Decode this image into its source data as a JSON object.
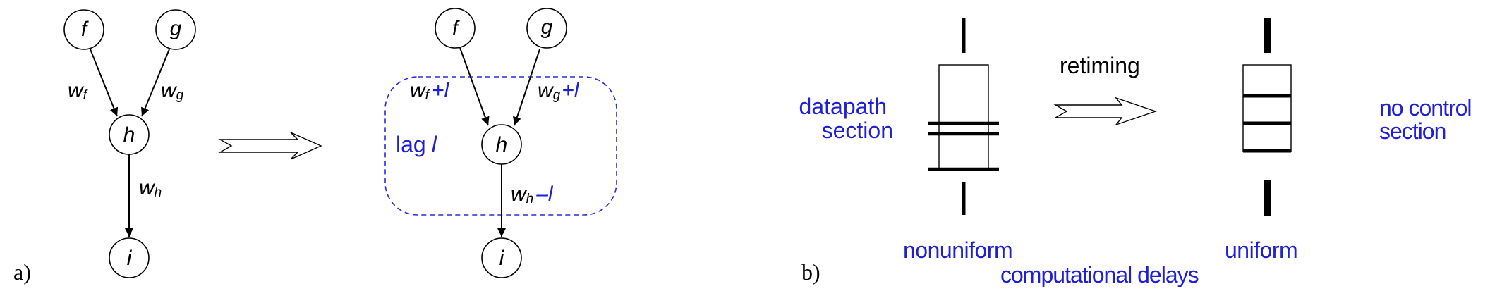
{
  "colors": {
    "ink": "#000000",
    "accent": "#1f1fd6",
    "dash": "#2b2bdc"
  },
  "panel_a": {
    "label": "a)",
    "before": {
      "nodes": {
        "f": "f",
        "g": "g",
        "h": "h",
        "i": "i"
      },
      "weights": {
        "wf": {
          "base": "w",
          "sub": "f"
        },
        "wg": {
          "base": "w",
          "sub": "g"
        },
        "wh": {
          "base": "w",
          "sub": "h"
        }
      }
    },
    "after": {
      "nodes": {
        "f": "f",
        "g": "g",
        "h": "h",
        "i": "i"
      },
      "weights": {
        "wf": {
          "base": "w",
          "sub": "f",
          "adj": "+l"
        },
        "wg": {
          "base": "w",
          "sub": "g",
          "adj": "+l"
        },
        "wh": {
          "base": "w",
          "sub": "h",
          "adj": "–l"
        }
      },
      "lag": {
        "word": "lag",
        "var": "l"
      }
    }
  },
  "panel_b": {
    "label": "b)",
    "datapath_line1": "datapath",
    "datapath_line2": "section",
    "control_line1": "no control",
    "control_line2": "section",
    "arrow_label": "retiming",
    "left_caption": "nonuniform",
    "right_caption": "uniform",
    "bottom_caption": "computational delays"
  }
}
